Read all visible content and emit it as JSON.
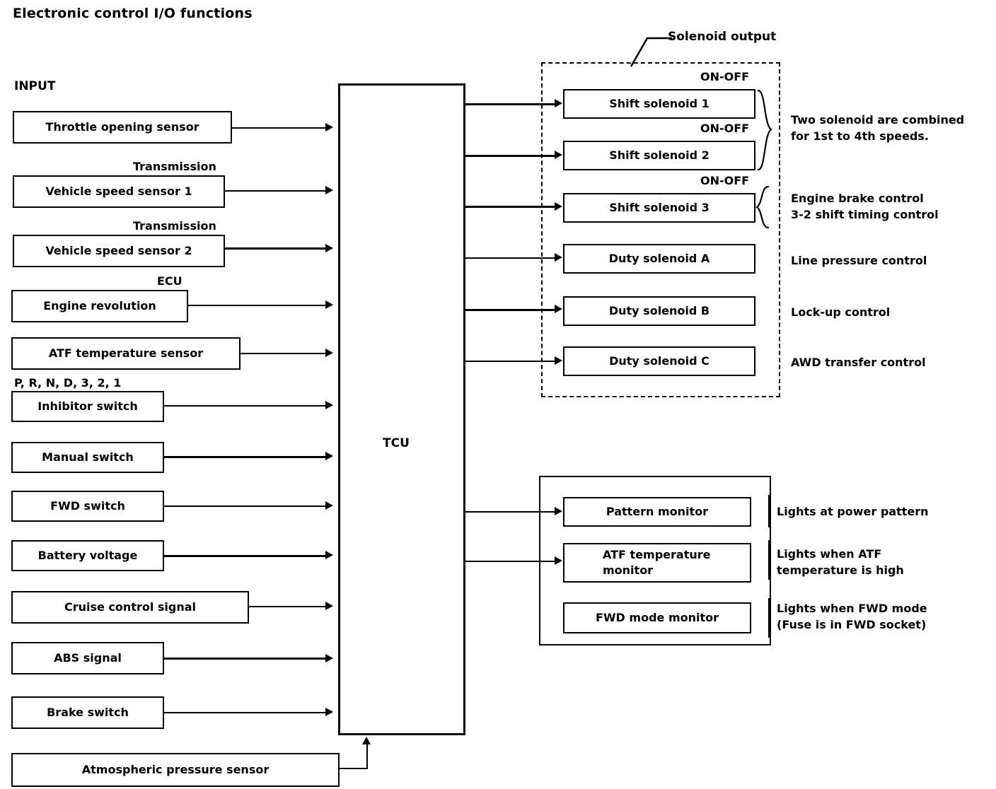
{
  "title": "Electronic control I/O functions",
  "input_section": {
    "heading": "INPUT",
    "items": [
      {
        "label": "Throttle opening sensor",
        "caption": ""
      },
      {
        "label": "Vehicle speed sensor 1",
        "caption": "Transmission"
      },
      {
        "label": "Vehicle speed sensor 2",
        "caption": "Transmission"
      },
      {
        "label": "Engine revolution",
        "caption": "ECU"
      },
      {
        "label": "ATF temperature sensor",
        "caption": ""
      },
      {
        "label": "Inhibitor switch",
        "caption": "P, R, N, D, 3, 2, 1"
      },
      {
        "label": "Manual switch",
        "caption": ""
      },
      {
        "label": "FWD switch",
        "caption": ""
      },
      {
        "label": "Battery voltage",
        "caption": ""
      },
      {
        "label": "Cruise control signal",
        "caption": ""
      },
      {
        "label": "ABS signal",
        "caption": ""
      },
      {
        "label": "Brake switch",
        "caption": ""
      },
      {
        "label": "Atmospheric pressure sensor",
        "caption": ""
      }
    ]
  },
  "controller": {
    "label": "TCU"
  },
  "solenoid_section": {
    "title": "Solenoid output",
    "items": [
      {
        "label": "Shift solenoid 1",
        "mode": "ON-OFF",
        "annotation": ""
      },
      {
        "label": "Shift solenoid 2",
        "mode": "ON-OFF",
        "annotation": "Two solenoid are combined\nfor 1st to 4th speeds."
      },
      {
        "label": "Shift solenoid 3",
        "mode": "ON-OFF",
        "annotation": "Engine brake control\n3-2 shift timing control"
      },
      {
        "label": "Duty solenoid A",
        "mode": "",
        "annotation": "Line pressure control"
      },
      {
        "label": "Duty solenoid B",
        "mode": "",
        "annotation": "Lock-up control"
      },
      {
        "label": "Duty solenoid C",
        "mode": "",
        "annotation": "AWD transfer control"
      }
    ]
  },
  "monitor_section": {
    "items": [
      {
        "label": "Pattern monitor",
        "annotation": "Lights at power pattern"
      },
      {
        "label": "ATF temperature\nmonitor",
        "annotation": "Lights when ATF\ntemperature is high"
      },
      {
        "label": "FWD mode monitor",
        "annotation": "Lights when FWD mode\n(Fuse is in FWD socket)"
      }
    ]
  },
  "colors": {
    "ink": "#000000",
    "paper": "#ffffff"
  }
}
